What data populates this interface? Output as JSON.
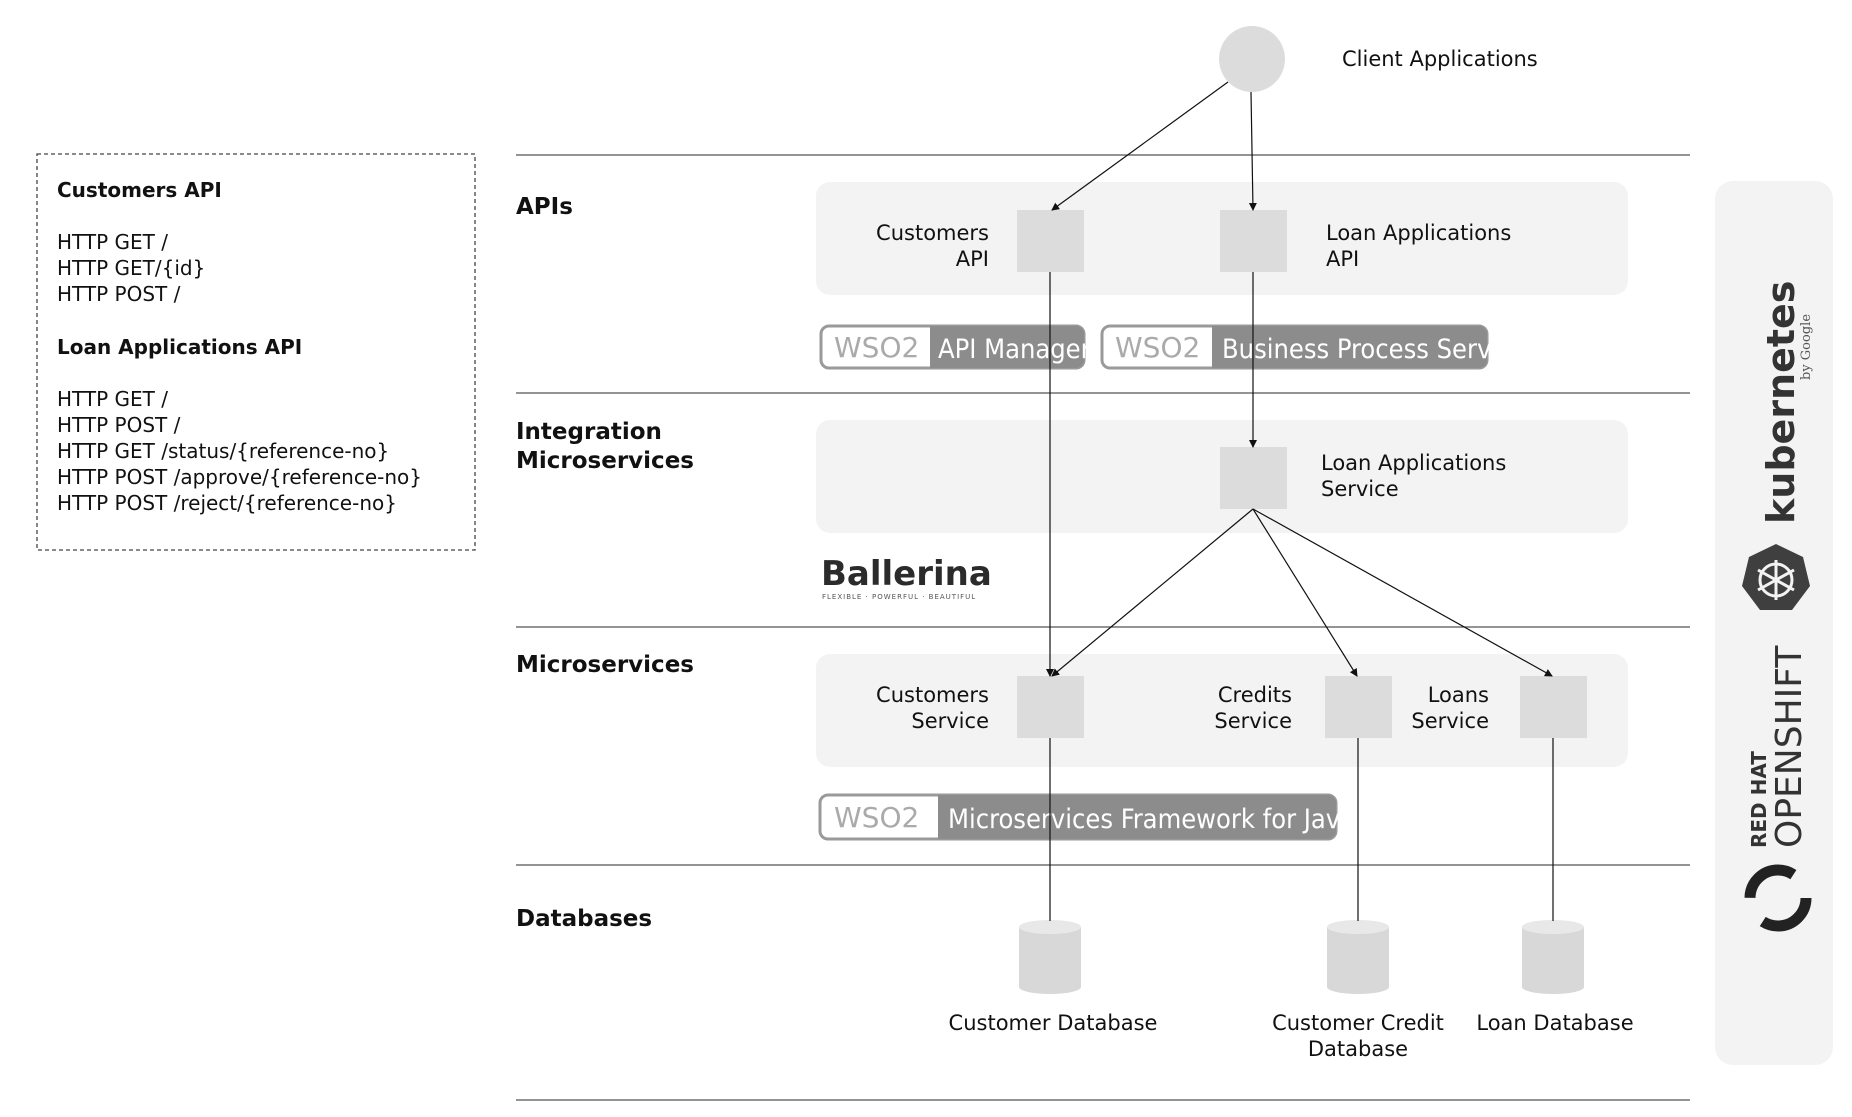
{
  "client": {
    "label": "Client Applications"
  },
  "layers": {
    "apis": "APIs",
    "integration_line1": "Integration",
    "integration_line2": "Microservices",
    "microservices": "Microservices",
    "databases": "Databases"
  },
  "api_spec": {
    "customers_title": "Customers API",
    "customers_lines": [
      "HTTP GET /",
      "HTTP GET/{id}",
      "HTTP POST /"
    ],
    "loans_title": "Loan Applications API",
    "loans_lines": [
      "HTTP GET /",
      "HTTP POST /",
      "HTTP GET /status/{reference-no}",
      "HTTP POST /approve/{reference-no}",
      "HTTP POST /reject/{reference-no}"
    ]
  },
  "nodes": {
    "customers_api": [
      "Customers",
      "API"
    ],
    "loan_applications_api": [
      "Loan Applications",
      "API"
    ],
    "loan_applications_service": [
      "Loan Applications",
      "Service"
    ],
    "customers_service": [
      "Customers",
      "Service"
    ],
    "credits_service": [
      "Credits",
      "Service"
    ],
    "loans_service": [
      "Loans",
      "Service"
    ]
  },
  "databases": {
    "customer": "Customer Database",
    "customer_credit": [
      "Customer Credit",
      "Database"
    ],
    "loan": "Loan Database"
  },
  "badges": {
    "wso2": "WSO2",
    "api_manager": "API Manager",
    "business_process_server": "Business Process Server",
    "msf4j": "Microservices Framework for Java",
    "ballerina": "Ballerina",
    "ballerina_tagline": "FLEXIBLE · POWERFUL · BEAUTIFUL"
  },
  "platforms": {
    "kubernetes": "kubernetes",
    "by_google": "by Google",
    "redhat": "RED HAT",
    "openshift": "OPENSHIFT"
  }
}
